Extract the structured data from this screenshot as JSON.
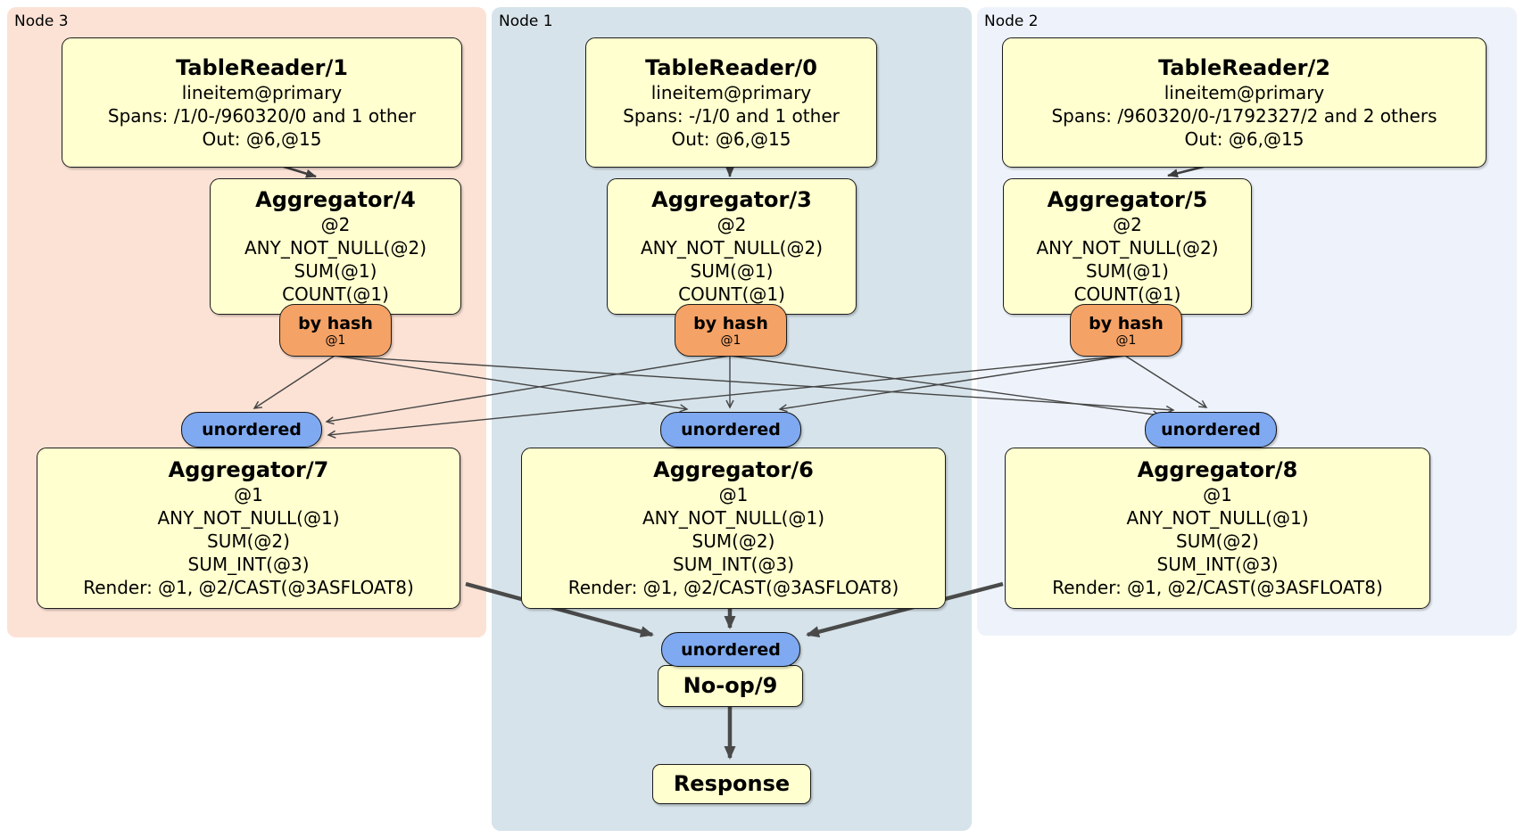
{
  "nodes": {
    "node3": {
      "label": "Node 3"
    },
    "node1": {
      "label": "Node 1"
    },
    "node2": {
      "label": "Node 2"
    }
  },
  "processors": {
    "tablereader1": {
      "title": "TableReader/1",
      "lines": [
        "lineitem@primary",
        "Spans: /1/0-/960320/0 and 1 other",
        "Out: @6,@15"
      ]
    },
    "tablereader0": {
      "title": "TableReader/0",
      "lines": [
        "lineitem@primary",
        "Spans: -/1/0 and 1 other",
        "Out: @6,@15"
      ]
    },
    "tablereader2": {
      "title": "TableReader/2",
      "lines": [
        "lineitem@primary",
        "Spans: /960320/0-/1792327/2 and 2 others",
        "Out: @6,@15"
      ]
    },
    "aggregator4": {
      "title": "Aggregator/4",
      "lines": [
        "@2",
        "ANY_NOT_NULL(@2)",
        "SUM(@1)",
        "COUNT(@1)"
      ]
    },
    "aggregator3": {
      "title": "Aggregator/3",
      "lines": [
        "@2",
        "ANY_NOT_NULL(@2)",
        "SUM(@1)",
        "COUNT(@1)"
      ]
    },
    "aggregator5": {
      "title": "Aggregator/5",
      "lines": [
        "@2",
        "ANY_NOT_NULL(@2)",
        "SUM(@1)",
        "COUNT(@1)"
      ]
    },
    "aggregator7": {
      "title": "Aggregator/7",
      "lines": [
        "@1",
        "ANY_NOT_NULL(@1)",
        "SUM(@2)",
        "SUM_INT(@3)",
        "Render: @1, @2/CAST(@3ASFLOAT8)"
      ]
    },
    "aggregator6": {
      "title": "Aggregator/6",
      "lines": [
        "@1",
        "ANY_NOT_NULL(@1)",
        "SUM(@2)",
        "SUM_INT(@3)",
        "Render: @1, @2/CAST(@3ASFLOAT8)"
      ]
    },
    "aggregator8": {
      "title": "Aggregator/8",
      "lines": [
        "@1",
        "ANY_NOT_NULL(@1)",
        "SUM(@2)",
        "SUM_INT(@3)",
        "Render: @1, @2/CAST(@3ASFLOAT8)"
      ]
    },
    "noop9": {
      "title": "No-op/9"
    },
    "response": {
      "title": "Response"
    }
  },
  "routers": {
    "hash_left": {
      "label": "by hash",
      "detail": "@1"
    },
    "hash_center": {
      "label": "by hash",
      "detail": "@1"
    },
    "hash_right": {
      "label": "by hash",
      "detail": "@1"
    }
  },
  "syncs": {
    "unordered_left": {
      "label": "unordered"
    },
    "unordered_center": {
      "label": "unordered"
    },
    "unordered_right": {
      "label": "unordered"
    },
    "unordered_bottom": {
      "label": "unordered"
    }
  },
  "colors": {
    "node3-bg": "#fce2d5",
    "node1-bg": "#d6e3ea",
    "node2-bg": "#eef3fb",
    "box-bg": "#ffffcf",
    "router-bg": "#f5a266",
    "sync-bg": "#7fa9f0",
    "edge-thin": "#454545",
    "edge-thick": "#4a4a4a"
  }
}
